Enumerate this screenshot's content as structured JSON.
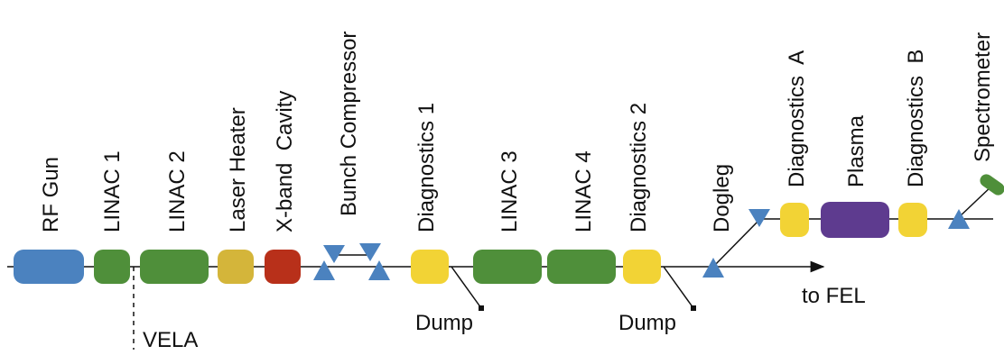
{
  "components": [
    {
      "label": "RF Gun",
      "color": "#4b82bf"
    },
    {
      "label": "LINAC 1",
      "color": "#4f8f3a"
    },
    {
      "label": "LINAC 2",
      "color": "#4f8f3a"
    },
    {
      "label": "Laser Heater",
      "color": "#d4b53a"
    },
    {
      "label": "X-band  Cavity",
      "color": "#b8301a"
    },
    {
      "label": "Bunch Compressor",
      "color": "#4b82bf"
    },
    {
      "label": "Diagnostics 1",
      "color": "#f2d335"
    },
    {
      "label": "LINAC 3",
      "color": "#4f8f3a"
    },
    {
      "label": "LINAC 4",
      "color": "#4f8f3a"
    },
    {
      "label": "Diagnostics 2",
      "color": "#f2d335"
    },
    {
      "label": "Dogleg",
      "color": "#4b82bf"
    },
    {
      "label": "Diagnostics  A",
      "color": "#f2d335"
    },
    {
      "label": "Plasma",
      "color": "#5e3b8f"
    },
    {
      "label": "Diagnostics  B",
      "color": "#f2d335"
    },
    {
      "label": "Spectrometer",
      "color": "#4f8f3a"
    }
  ],
  "labels": {
    "vela": "VELA",
    "dump1": "Dump",
    "dump2": "Dump",
    "to_fel": "to FEL"
  },
  "colors": {
    "beamline": "#111111",
    "dipole": "#4b82bf"
  }
}
